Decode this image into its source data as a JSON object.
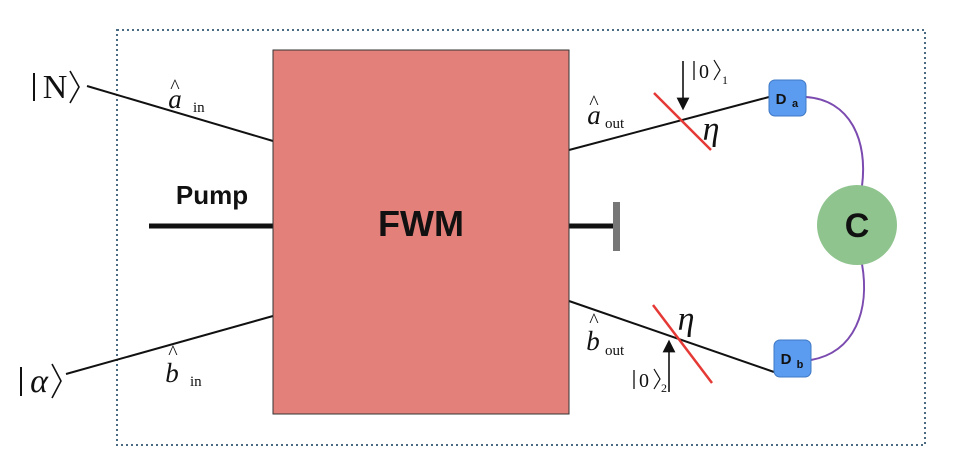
{
  "diagram": {
    "box_label": "FWM",
    "pump_label": "Pump",
    "inputs": {
      "top_state": "N",
      "bottom_state": "α",
      "a_in": {
        "symbol": "a",
        "subscript": "in"
      },
      "b_in": {
        "symbol": "b",
        "subscript": "in"
      }
    },
    "outputs": {
      "a_out": {
        "symbol": "a",
        "subscript": "out"
      },
      "b_out": {
        "symbol": "b",
        "subscript": "out"
      }
    },
    "loss": {
      "eta_top": "η",
      "eta_bottom": "η",
      "vacuum_top": {
        "state": "0",
        "subscript": "1"
      },
      "vacuum_bottom": {
        "state": "0",
        "subscript": "2"
      }
    },
    "detectors": {
      "a": {
        "letter": "D",
        "subscript": "a"
      },
      "b": {
        "letter": "D",
        "subscript": "b"
      }
    },
    "correlator_label": "C",
    "colors": {
      "fwm_box": "#e4807a",
      "beam_splitter": "#e53935",
      "detector": "#5b9cf0",
      "correlator": "#8fc48e",
      "cable": "#7b4bb0",
      "block": "#777777",
      "frame": "#4a6b82"
    }
  }
}
